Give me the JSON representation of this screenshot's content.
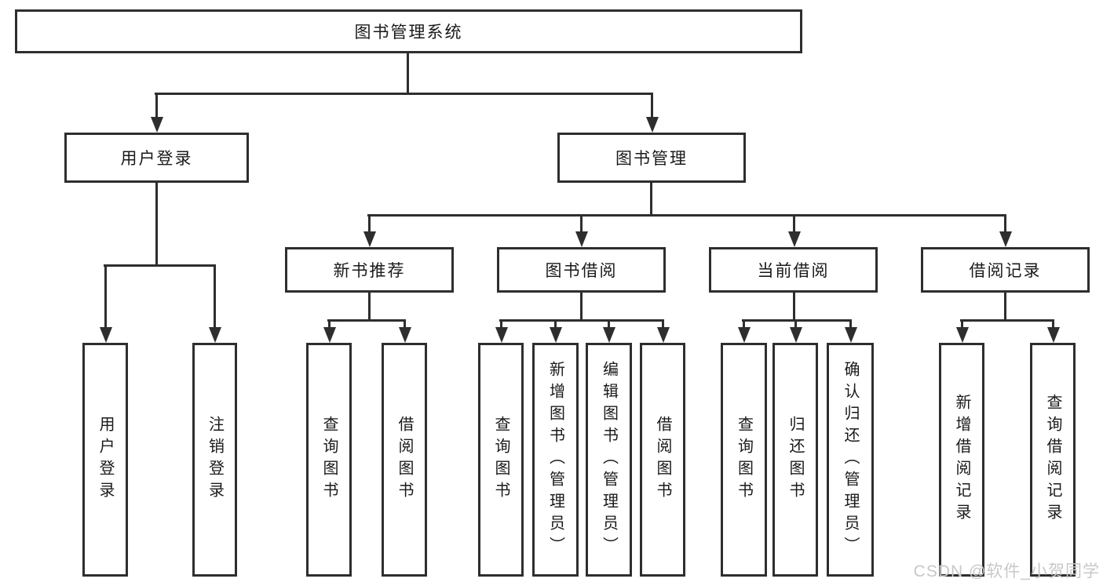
{
  "diagram": {
    "root": "图书管理系统",
    "branches": [
      {
        "label": "用户登录",
        "leaves": [
          "用户登录",
          "注销登录"
        ]
      },
      {
        "label": "图书管理",
        "groups": [
          {
            "label": "新书推荐",
            "leaves": [
              "查询图书",
              "借阅图书"
            ]
          },
          {
            "label": "图书借阅",
            "leaves": [
              "查询图书",
              "新增图书（管理员）",
              "编辑图书（管理员）",
              "借阅图书"
            ]
          },
          {
            "label": "当前借阅",
            "leaves": [
              "查询图书",
              "归还图书",
              "确认归还（管理员）"
            ]
          },
          {
            "label": "借阅记录",
            "leaves": [
              "新增借阅记录",
              "查询借阅记录"
            ]
          }
        ]
      }
    ]
  },
  "watermark": "CSDN @软件_小贺同学",
  "colors": {
    "line": "#2e2e2e",
    "text": "#1a1a1a",
    "watermark": "#c8c8c8",
    "background": "#ffffff"
  }
}
